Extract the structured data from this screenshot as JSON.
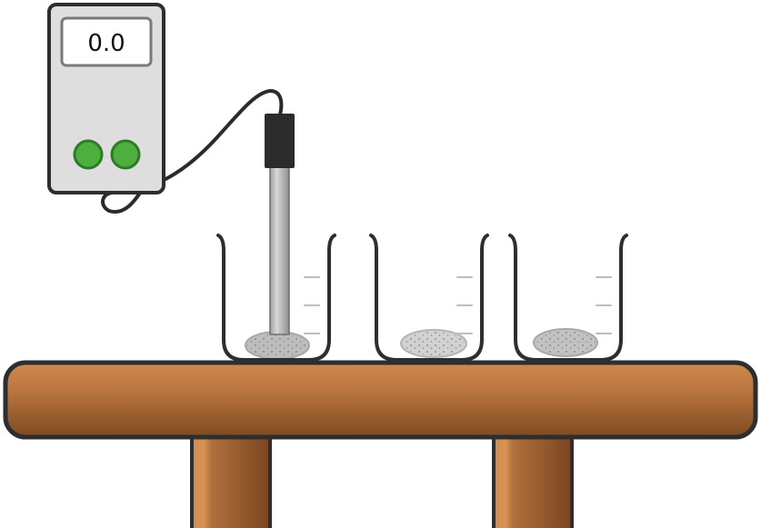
{
  "meter": {
    "reading": "0.0",
    "button_colors": [
      "#4caf3e",
      "#4caf3e"
    ]
  },
  "beakers": [
    {
      "id": 1,
      "sample": "sand",
      "probe_inserted": true
    },
    {
      "id": 2,
      "sample": "sand",
      "probe_inserted": false
    },
    {
      "id": 3,
      "sample": "sand",
      "probe_inserted": false
    }
  ],
  "colors": {
    "bench_top": "#b57239",
    "bench_leg": "#c8824a",
    "outline": "#2e2e2e",
    "meter_body": "#dedede",
    "probe_cap": "#2b2b2b",
    "sample_light": "#d2d2d2",
    "sample_dark": "#bdbdbd"
  }
}
